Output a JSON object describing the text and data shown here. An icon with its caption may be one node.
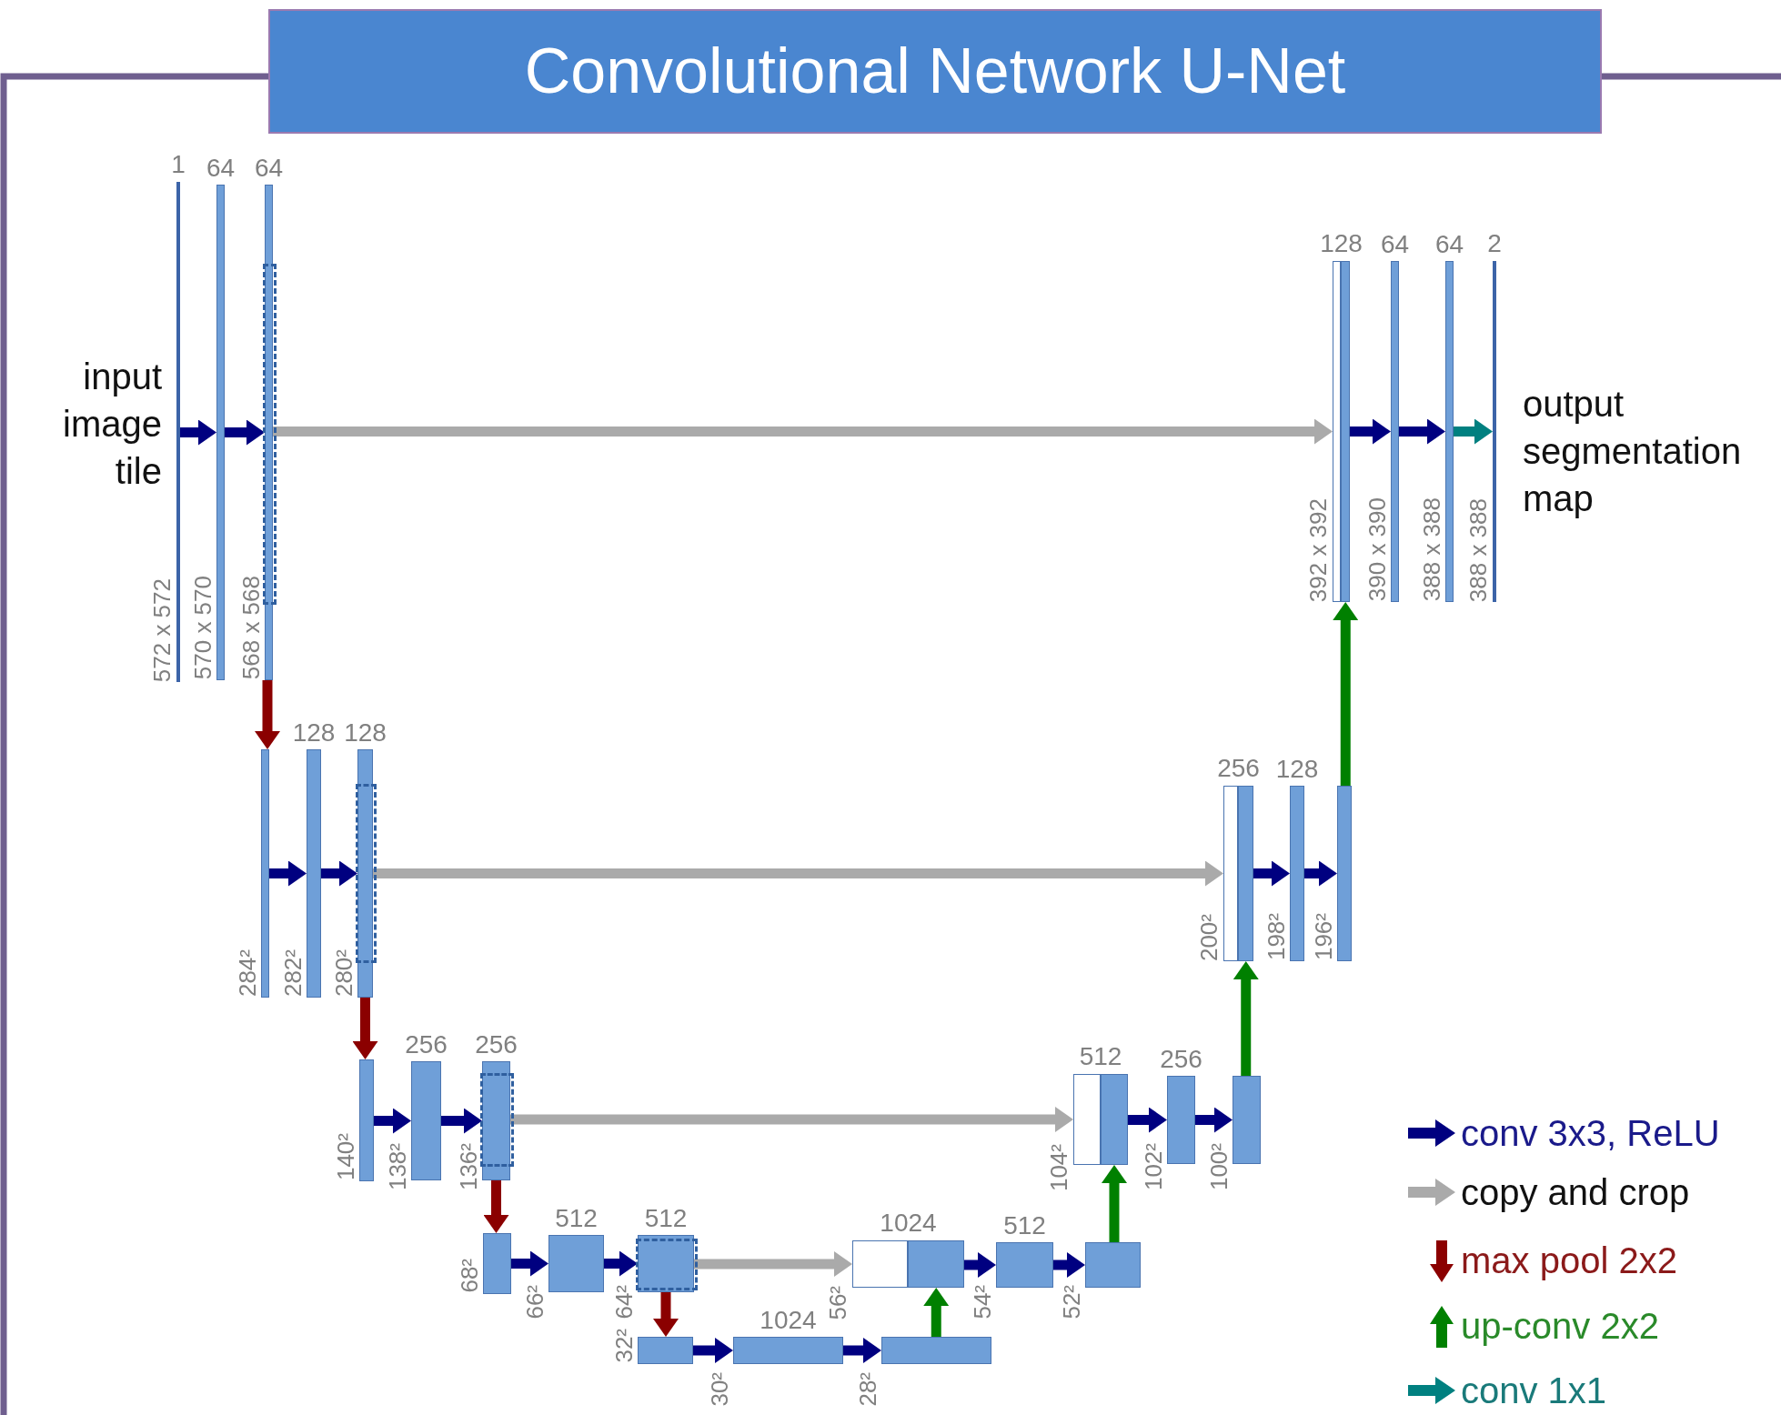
{
  "diagram": {
    "title": "Convolutional Network U-Net",
    "nodes": [
      {
        "text": [
          "1"
        ],
        "beside": [
          "572 x 572"
        ]
      },
      {
        "text": [
          "64"
        ],
        "beside": [
          "570 x 570"
        ]
      },
      {
        "text": [
          "64"
        ],
        "beside": [
          "568 x 568"
        ]
      },
      {
        "text": [
          "128"
        ],
        "beside": [
          "392 x 392"
        ]
      },
      {
        "text": [
          "64"
        ],
        "beside": [
          "390 x 390"
        ]
      },
      {
        "text": [
          "64"
        ],
        "beside": [
          "388 x 388"
        ]
      },
      {
        "text": [
          "2"
        ],
        "beside": [
          "388 x 388"
        ]
      },
      {
        "text": [],
        "shape": "bar",
        "beside": [
          "284²"
        ]
      },
      {
        "text": [
          "128"
        ],
        "beside": [
          "282²"
        ]
      },
      {
        "text": [
          "128"
        ],
        "beside": [
          "280²"
        ]
      },
      {
        "text": [
          "256"
        ],
        "beside": [
          "200²"
        ]
      },
      {
        "text": [
          "128"
        ],
        "beside": [
          "198²"
        ]
      },
      {
        "text": [],
        "shape": "bar",
        "beside": [
          "196²"
        ]
      },
      {
        "text": [],
        "shape": "bar",
        "beside": [
          "140²"
        ]
      },
      {
        "text": [
          "256"
        ],
        "beside": [
          "138²"
        ]
      },
      {
        "text": [
          "256"
        ],
        "beside": [
          "136²"
        ]
      },
      {
        "text": [
          "512"
        ],
        "beside": [
          "104²"
        ]
      },
      {
        "text": [
          "256"
        ],
        "beside": [
          "102²"
        ]
      },
      {
        "text": [],
        "shape": "bar",
        "beside": [
          "100²"
        ]
      },
      {
        "text": [],
        "shape": "bar",
        "beside": [
          "68²"
        ]
      },
      {
        "text": [
          "512"
        ],
        "beside": [
          "66²"
        ]
      },
      {
        "text": [
          "512"
        ],
        "beside": [
          "64²"
        ]
      },
      {
        "text": [
          "1024"
        ],
        "beside": [
          "56²"
        ]
      },
      {
        "text": [
          "512"
        ],
        "beside": [
          "54²"
        ]
      },
      {
        "text": [],
        "shape": "bar",
        "beside": [
          "52²"
        ]
      },
      {
        "text": [],
        "shape": "bar",
        "beside": [
          "32²"
        ]
      },
      {
        "text": [
          "1024"
        ],
        "beside": [
          "30²"
        ]
      },
      {
        "text": [],
        "shape": "bar",
        "beside": [
          "28²"
        ]
      }
    ],
    "edges": [
      {
        "from": 0,
        "to": 1,
        "arrow": "to"
      },
      {
        "from": 1,
        "to": 2,
        "arrow": "to"
      },
      {
        "from": 2,
        "to": 3,
        "arrow": "to",
        "color": "#aaaaaa"
      },
      {
        "from": 3,
        "to": 4,
        "arrow": "to"
      },
      {
        "from": 4,
        "to": 5,
        "arrow": "to"
      },
      {
        "from": 5,
        "to": 6,
        "arrow": "to",
        "color": "#008080"
      },
      {
        "from": 2,
        "to": 7,
        "arrow": "to",
        "color": "#8b0000"
      },
      {
        "from": 7,
        "to": 8,
        "arrow": "to"
      },
      {
        "from": 8,
        "to": 9,
        "arrow": "to"
      },
      {
        "from": 9,
        "to": 10,
        "arrow": "to",
        "color": "#aaaaaa"
      },
      {
        "from": 10,
        "to": 11,
        "arrow": "to"
      },
      {
        "from": 11,
        "to": 12,
        "arrow": "to"
      },
      {
        "from": 12,
        "to": 3,
        "arrow": "to",
        "color": "#008000"
      },
      {
        "from": 9,
        "to": 13,
        "arrow": "to",
        "color": "#8b0000"
      },
      {
        "from": 13,
        "to": 14,
        "arrow": "to"
      },
      {
        "from": 14,
        "to": 15,
        "arrow": "to"
      },
      {
        "from": 15,
        "to": 16,
        "arrow": "to",
        "color": "#aaaaaa"
      },
      {
        "from": 16,
        "to": 17,
        "arrow": "to"
      },
      {
        "from": 17,
        "to": 18,
        "arrow": "to"
      },
      {
        "from": 18,
        "to": 10,
        "arrow": "to",
        "color": "#008000"
      },
      {
        "from": 15,
        "to": 19,
        "arrow": "to",
        "color": "#8b0000"
      },
      {
        "from": 19,
        "to": 20,
        "arrow": "to"
      },
      {
        "from": 20,
        "to": 21,
        "arrow": "to"
      },
      {
        "from": 21,
        "to": 22,
        "arrow": "to",
        "color": "#aaaaaa"
      },
      {
        "from": 22,
        "to": 23,
        "arrow": "to"
      },
      {
        "from": 23,
        "to": 24,
        "arrow": "to"
      },
      {
        "from": 24,
        "to": 16,
        "arrow": "to",
        "color": "#008000"
      },
      {
        "from": 21,
        "to": 25,
        "arrow": "to",
        "color": "#8b0000"
      },
      {
        "from": 25,
        "to": 26,
        "arrow": "to"
      },
      {
        "from": 26,
        "to": 27,
        "arrow": "to"
      },
      {
        "from": 27,
        "to": 22,
        "arrow": "to",
        "color": "#008000"
      }
    ],
    "labels": [
      "input image tile",
      "output segmentation map"
    ],
    "legend": [
      {
        "text": "conv 3x3, ReLU"
      },
      {
        "text": "copy and crop"
      },
      {
        "text": "max pool 2x2"
      },
      {
        "text": "up-conv 2x2"
      },
      {
        "text": "conv 1x1"
      }
    ]
  }
}
